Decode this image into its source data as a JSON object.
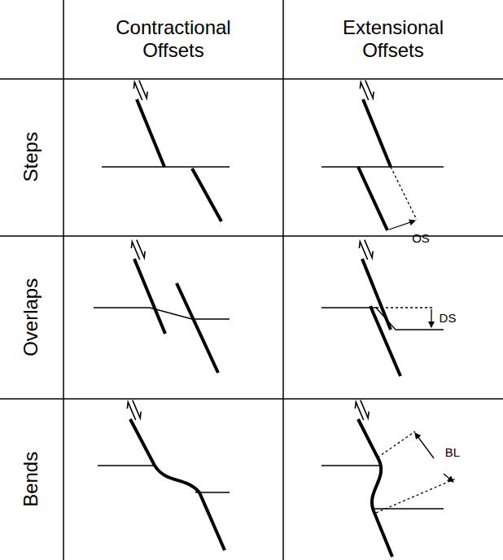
{
  "diagram": {
    "labels": [
      "Contractional Offsets",
      "Extensional Offsets",
      "Steps",
      "Overlaps",
      "Bends",
      "OS",
      "DS",
      "BL"
    ]
  }
}
